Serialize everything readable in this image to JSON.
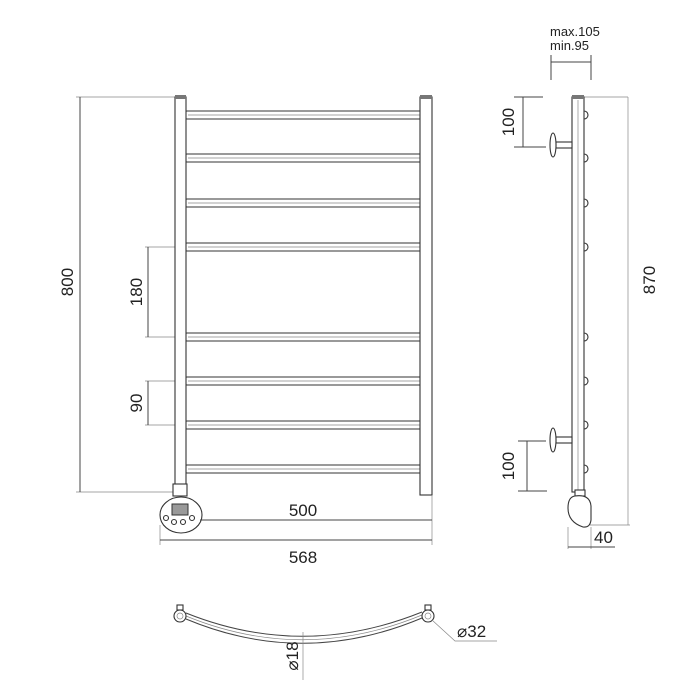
{
  "front_view": {
    "height_label": "800",
    "rung_spacing_large_label": "180",
    "rung_spacing_small_label": "90",
    "axis_width_label": "500",
    "overall_width_label": "568",
    "rung_count": 8
  },
  "side_view": {
    "wall_distance_max_label": "max.105",
    "wall_distance_min_label": "min.95",
    "top_bracket_label": "100",
    "bottom_bracket_label": "100",
    "overall_height_label": "870",
    "heater_depth_label": "40"
  },
  "top_view": {
    "tube_diameter_label": "⌀32",
    "rung_diameter_label": "⌀18"
  }
}
